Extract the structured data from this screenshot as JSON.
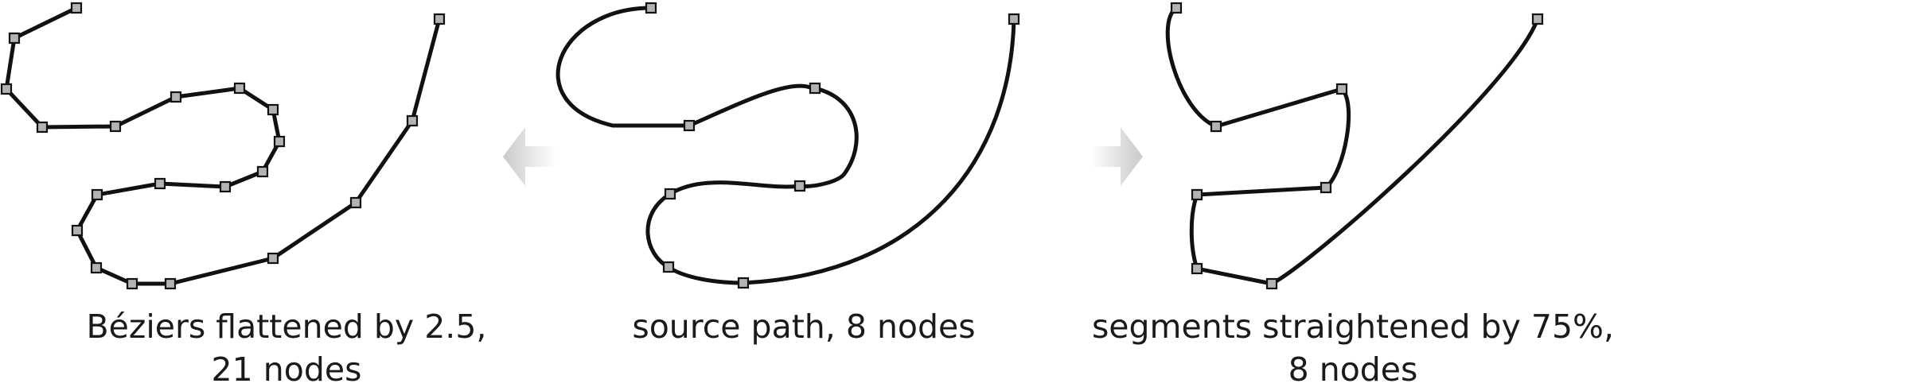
{
  "captions": {
    "left": {
      "line1": "Béziers flattened by 2.5,",
      "line2": "21 nodes"
    },
    "center": {
      "line1": "source path, 8 nodes"
    },
    "right": {
      "line1": "segments straightened by 75%,",
      "line2": "8 nodes"
    }
  },
  "colors": {
    "stroke": "#111111",
    "node_fill": "#b3b3b3",
    "arrow_fill": "#cccccc",
    "background": "#ffffff"
  },
  "icons": {
    "arrow_left": "arrow-left-icon",
    "arrow_right": "arrow-right-icon",
    "node": "node-handle-icon"
  }
}
